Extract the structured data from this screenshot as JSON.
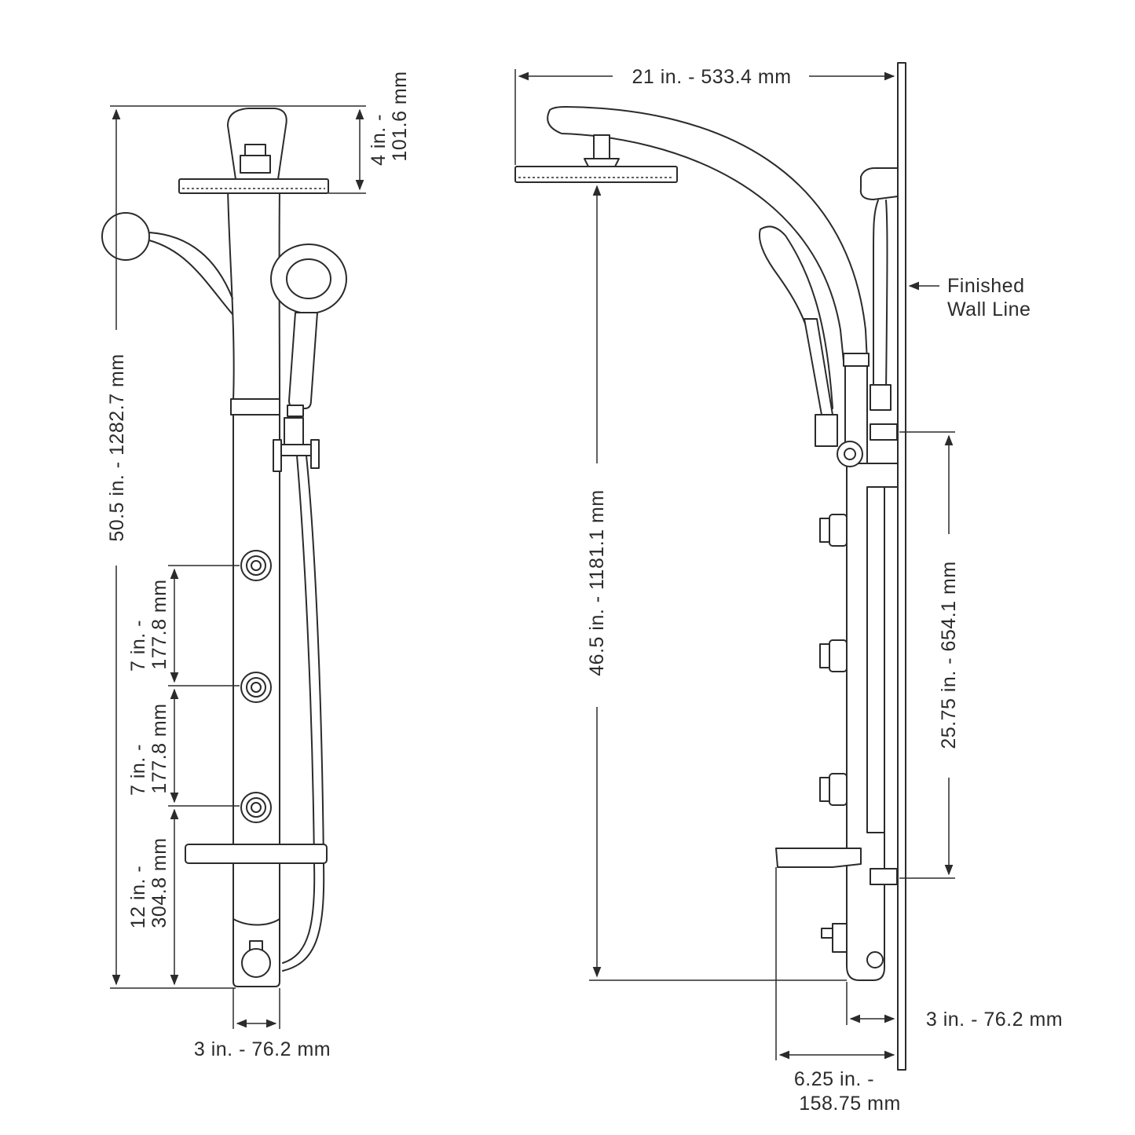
{
  "front_view": {
    "total_height": {
      "line1": "50.5 in. - 1282.7 mm"
    },
    "head_depth": {
      "line1": "4 in. -",
      "line2": "101.6 mm"
    },
    "jet_spacing_upper": {
      "line1": "7 in. -",
      "line2": "177.8 mm"
    },
    "jet_spacing_lower": {
      "line1": "7 in. -",
      "line2": "177.8 mm"
    },
    "jet_to_bottom": {
      "line1": "12 in. -",
      "line2": "304.8 mm"
    },
    "panel_width": {
      "line1": "3 in. - 76.2 mm"
    }
  },
  "side_view": {
    "arm_reach": {
      "line1": "21 in. - 533.4 mm"
    },
    "head_height": {
      "line1": "46.5 in. - 1181.1 mm"
    },
    "jet_range": {
      "line1": "25.75 in. - 654.1 mm"
    },
    "panel_depth": {
      "line1": "3 in. - 76.2 mm"
    },
    "shelf_depth": {
      "line1": "6.25 in. -",
      "line2": "158.75 mm"
    },
    "wall_callout": {
      "line1": "Finished",
      "line2": "Wall Line"
    }
  },
  "colors": {
    "line": "#2b2b2b",
    "background": "#ffffff"
  }
}
